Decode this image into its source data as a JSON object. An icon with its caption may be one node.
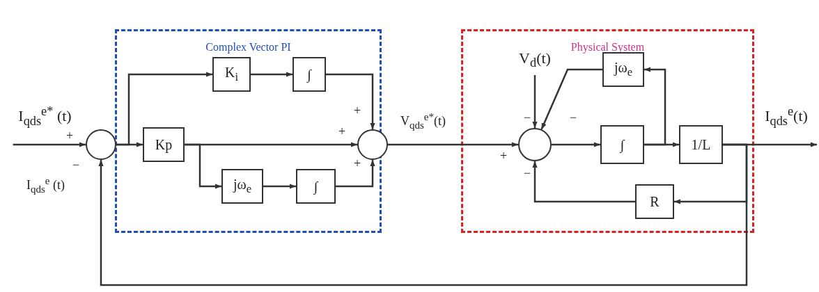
{
  "diagram": {
    "nodes": [
      {
        "text": [
          "I$_{qds}$$^{e*}$ (t)"
        ]
      },
      {
        "text": [],
        "shape": "circle"
      },
      {
        "text": [
          "Complex Vector PI"
        ]
      },
      {
        "text": [
          "K$_{i}$"
        ],
        "in": 2
      },
      {
        "text": [
          "∫"
        ],
        "in": 2
      },
      {
        "text": [
          "Kp"
        ],
        "in": 2
      },
      {
        "text": [],
        "shape": "circle",
        "in": 2
      },
      {
        "text": [
          "jω$_{e}$"
        ],
        "in": 2
      },
      {
        "text": [
          "∫"
        ],
        "in": 2
      },
      {
        "text": [
          "Physical System"
        ]
      },
      {
        "text": [
          "V$_{d}$(t)"
        ],
        "in": 9
      },
      {
        "text": [],
        "shape": "circle",
        "in": 9
      },
      {
        "text": [
          "jω$_{e}$"
        ],
        "in": 9
      },
      {
        "text": [
          "∫"
        ],
        "in": 9
      },
      {
        "text": [
          "1/L"
        ],
        "in": 9
      },
      {
        "text": [
          "R"
        ],
        "in": 9
      },
      {
        "text": [
          "I$_{qds}$$^{e}$(t)"
        ]
      }
    ],
    "edges": [
      {
        "from": 0,
        "to": 1,
        "arrow": "to"
      },
      {
        "from": 1,
        "to": 3,
        "arrow": "to"
      },
      {
        "from": 1,
        "to": 5,
        "arrow": "to"
      },
      {
        "from": 3,
        "to": 4,
        "arrow": "to"
      },
      {
        "from": 4,
        "to": 6,
        "arrow": "to"
      },
      {
        "from": 5,
        "to": 6,
        "arrow": "to"
      },
      {
        "from": 5,
        "to": 7,
        "arrow": "to"
      },
      {
        "from": 7,
        "to": 8,
        "arrow": "to"
      },
      {
        "from": 8,
        "to": 6,
        "arrow": "to"
      },
      {
        "from": 6,
        "to": 11,
        "arrow": "to",
        "label": "V$_{qds}$$^{e*}$(t)"
      },
      {
        "from": 10,
        "to": 11,
        "arrow": "to"
      },
      {
        "from": 12,
        "to": 11,
        "arrow": "to"
      },
      {
        "from": 11,
        "to": 13,
        "arrow": "to"
      },
      {
        "from": 13,
        "to": 14,
        "arrow": "to"
      },
      {
        "from": 13,
        "to": 12,
        "arrow": "to"
      },
      {
        "from": 14,
        "to": 16,
        "arrow": "to"
      },
      {
        "from": 14,
        "to": 15,
        "arrow": "to"
      },
      {
        "from": 15,
        "to": 11,
        "arrow": "to"
      },
      {
        "from": 14,
        "to": 1,
        "arrow": "to",
        "label": "I$_{qds}$$^{e}$ (t)"
      }
    ],
    "labels": [
      "+",
      "−",
      "+",
      "+",
      "+",
      "−",
      "−",
      "+",
      "−"
    ]
  }
}
